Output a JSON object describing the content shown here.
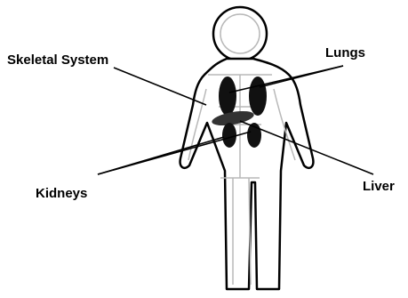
{
  "diagram": {
    "labels": {
      "skeletal_system": "Skeletal System",
      "lungs": "Lungs",
      "kidneys": "Kidneys",
      "liver": "Liver"
    },
    "colors": {
      "outline": "#000000",
      "skeleton": "#b8b8b8",
      "organ_fill": "#111111",
      "liver_fill": "#555555",
      "background": "#ffffff"
    },
    "icons": {
      "figure": "human-body-outline-icon"
    }
  }
}
